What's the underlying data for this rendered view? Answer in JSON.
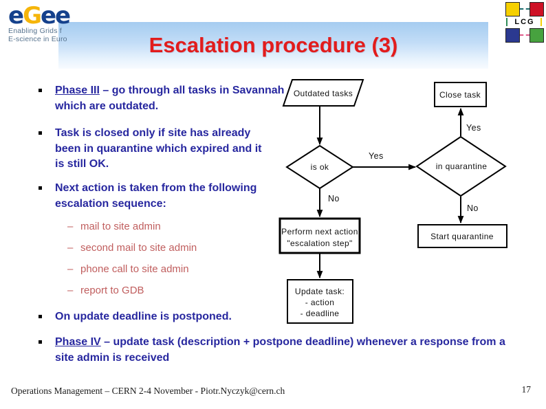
{
  "header": {
    "title": "Escalation procedure (3)",
    "egee": {
      "l1": "e",
      "l2": "G",
      "l3": "ee",
      "tagline1": "Enabling Grids f",
      "tagline2": "E-science in Euro"
    },
    "lcg_label": "LCG"
  },
  "bullets": {
    "marker_sub": "–",
    "b1_lead": "Phase III",
    "b1_rest": " – go through all tasks in Savannah which are outdated.",
    "b2": "Task is closed only if site has already been in quarantine which expired and it is still OK.",
    "b3": "Next action is taken from the following escalation sequence:",
    "subs": [
      "mail to site admin",
      "second mail to site admin",
      "phone call to site admin",
      "report to GDB"
    ],
    "b4": "On update deadline is postponed.",
    "b5_lead": "Phase IV",
    "b5_rest": " – update task (description + postpone deadline) whenever a response from a site admin is received"
  },
  "flowchart": {
    "outdated": "Outdated tasks",
    "close": "Close task",
    "is_ok": "is ok",
    "in_quarantine": "in quarantine",
    "perform1": "Perform next action",
    "perform2": "\"escalation step\"",
    "update1": "Update task:",
    "update2": "- action",
    "update3": "- deadline",
    "start": "Start quarantine",
    "yes_right": "Yes",
    "yes_up": "Yes",
    "no_left": "No",
    "no_right": "No"
  },
  "footer": {
    "text": "Operations Management – CERN 2-4 November - Piotr.Nyczyk@cern.ch",
    "page": "17"
  },
  "colors": {
    "title_red": "#E21C1C",
    "body_navy": "#27279F",
    "sub_rose": "#C05E5E",
    "banner_top": "#A5CCF0",
    "banner_bottom": "#F8FBFF",
    "egee_blue": "#15418C",
    "egee_gold": "#F5B50A",
    "lcg_yellow": "#F6D000",
    "lcg_red": "#CE1126",
    "lcg_blue": "#2B3990",
    "lcg_green": "#47A23F"
  }
}
